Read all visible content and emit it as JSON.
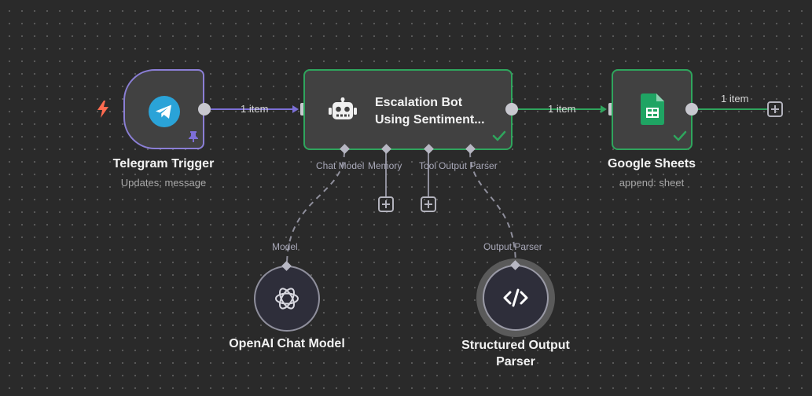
{
  "colors": {
    "canvas": "#2a2a2a",
    "node_fill": "#414141",
    "success_border": "#2fa55d",
    "trigger_border": "#8b7fd6",
    "main_connection": "#2fa55d",
    "trigger_connection": "#7b6fd6",
    "sub_connection": "#8f8f9c",
    "trigger_bolt": "#ff6b50",
    "telegram_blue": "#2aa3d8",
    "sheets_green": "#1fa463"
  },
  "nodes": {
    "telegram": {
      "title": "Telegram Trigger",
      "subtitle": "Updates: message",
      "icon": "telegram-icon",
      "badge_icon": "pin-icon",
      "trigger_icon": "lightning-icon"
    },
    "agent": {
      "title_line1": "Escalation Bot",
      "title_line2": "Using Sentiment...",
      "icon": "robot-icon",
      "status_icon": "check-icon",
      "ports": {
        "chat_model": "Chat Model",
        "memory": "Memory",
        "tool": "Tool",
        "output_parser": "Output Parser"
      }
    },
    "sheets": {
      "title": "Google Sheets",
      "subtitle": "append: sheet",
      "icon": "google-sheets-icon",
      "status_icon": "check-icon"
    },
    "openai": {
      "title": "OpenAI Chat Model",
      "port_label": "Model",
      "icon": "openai-icon"
    },
    "parser": {
      "title_line1": "Structured Output",
      "title_line2": "Parser",
      "port_label": "Output Parser",
      "icon": "code-icon"
    }
  },
  "edges": {
    "telegram_to_agent": "1 item",
    "agent_to_sheets": "1 item",
    "sheets_out": "1 item"
  }
}
